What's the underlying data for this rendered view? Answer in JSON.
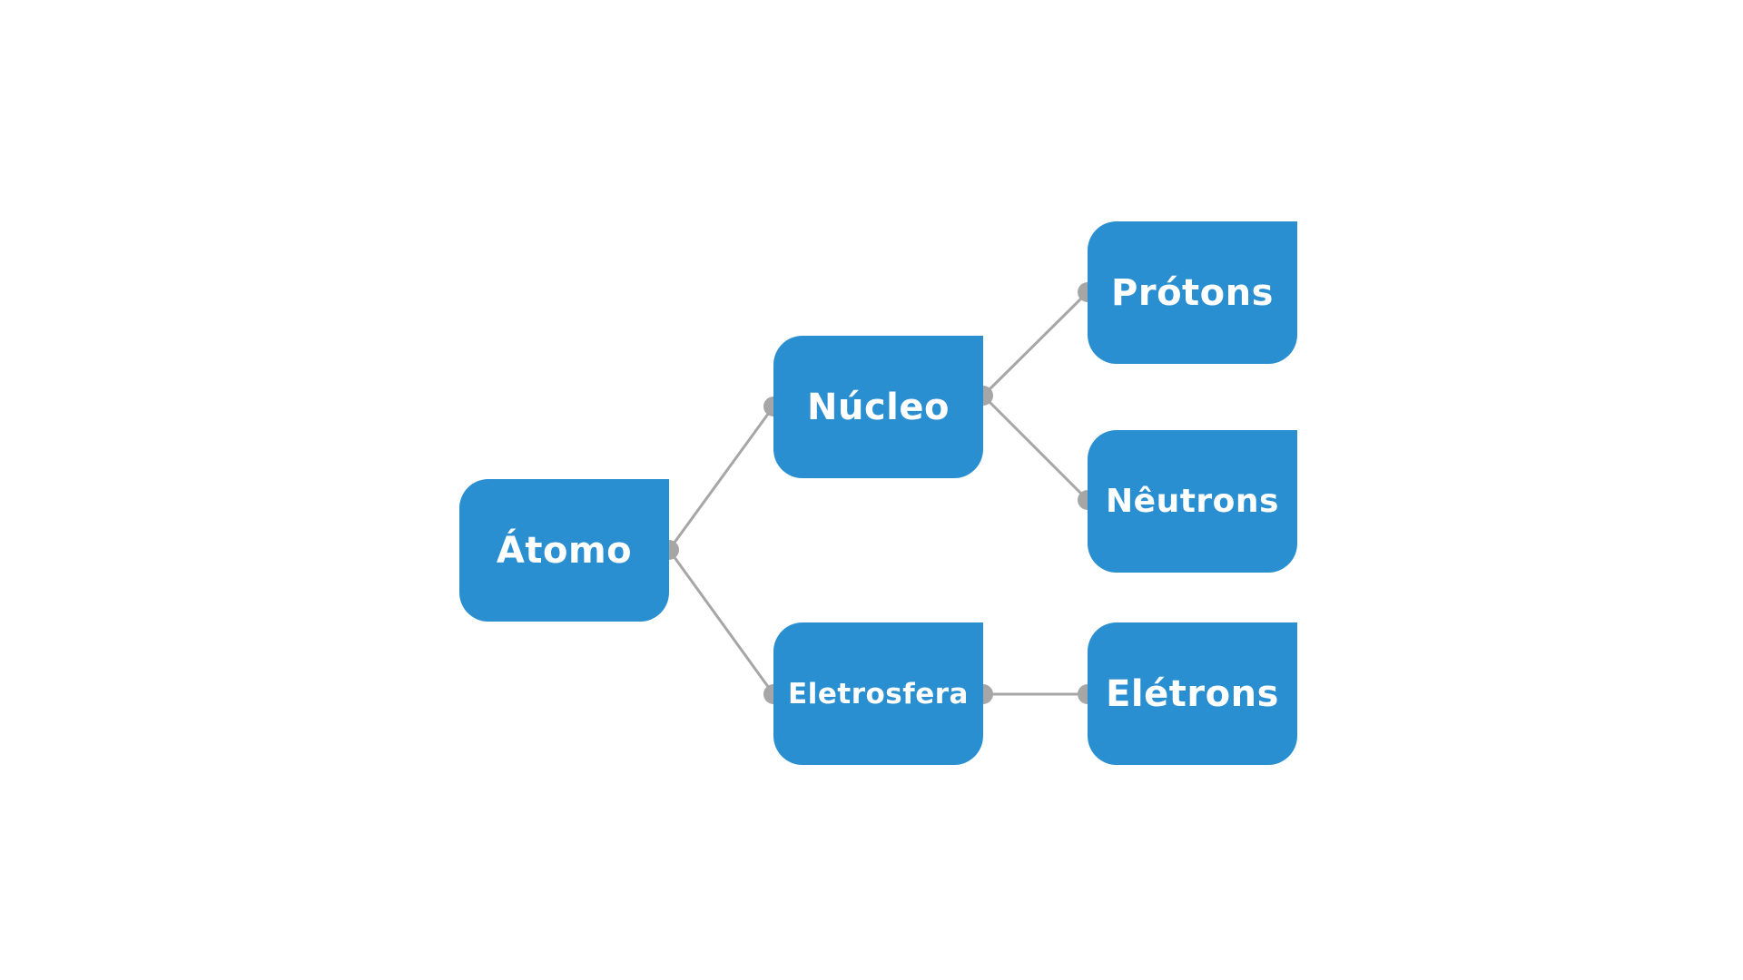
{
  "diagram": {
    "nodes": {
      "atomo": "Átomo",
      "nucleo": "Núcleo",
      "eletrosfera": "Eletrosfera",
      "protons": "Prótons",
      "neutrons": "Nêutrons",
      "eletrons": "Elétrons"
    },
    "edges": [
      {
        "from": "atomo",
        "to": "nucleo"
      },
      {
        "from": "atomo",
        "to": "eletrosfera"
      },
      {
        "from": "nucleo",
        "to": "protons"
      },
      {
        "from": "nucleo",
        "to": "neutrons"
      },
      {
        "from": "eletrosfera",
        "to": "eletrons"
      }
    ],
    "colors": {
      "node_fill": "#2a8fd1",
      "node_text": "#ffffff",
      "connector": "#a6a6a6",
      "background": "#ffffff"
    }
  }
}
